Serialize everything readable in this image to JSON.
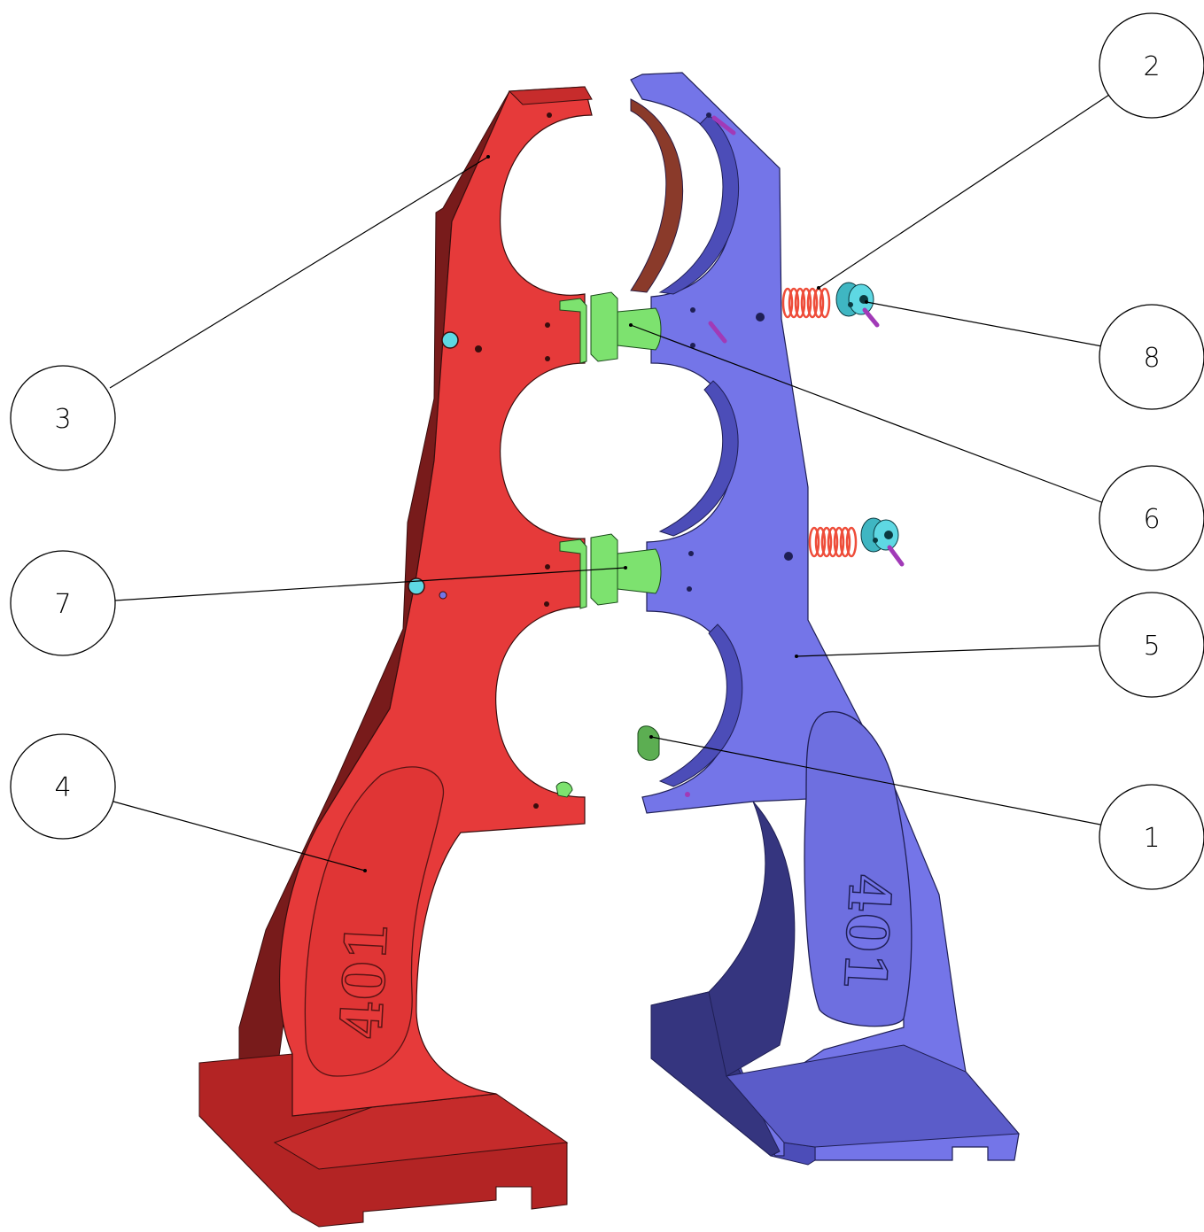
{
  "drawing": {
    "title": "",
    "part_engraving": "401"
  },
  "balloons": [
    {
      "id": "1",
      "label": "1"
    },
    {
      "id": "2",
      "label": "2"
    },
    {
      "id": "3",
      "label": "3"
    },
    {
      "id": "4",
      "label": "4"
    },
    {
      "id": "5",
      "label": "5"
    },
    {
      "id": "6",
      "label": "6"
    },
    {
      "id": "7",
      "label": "7"
    },
    {
      "id": "8",
      "label": "8"
    }
  ],
  "colors": {
    "red_part": "#e63a3a",
    "red_dark": "#b32424",
    "red_shadow": "#781b1b",
    "blue_part": "#7475e8",
    "blue_dark": "#4c4db8",
    "blue_shadow": "#35357f",
    "green_part": "#7de26f",
    "spring": "#ee4d3a",
    "collar": "#5ed8e3",
    "pin": "#a13ab7",
    "leader": "#000000"
  }
}
